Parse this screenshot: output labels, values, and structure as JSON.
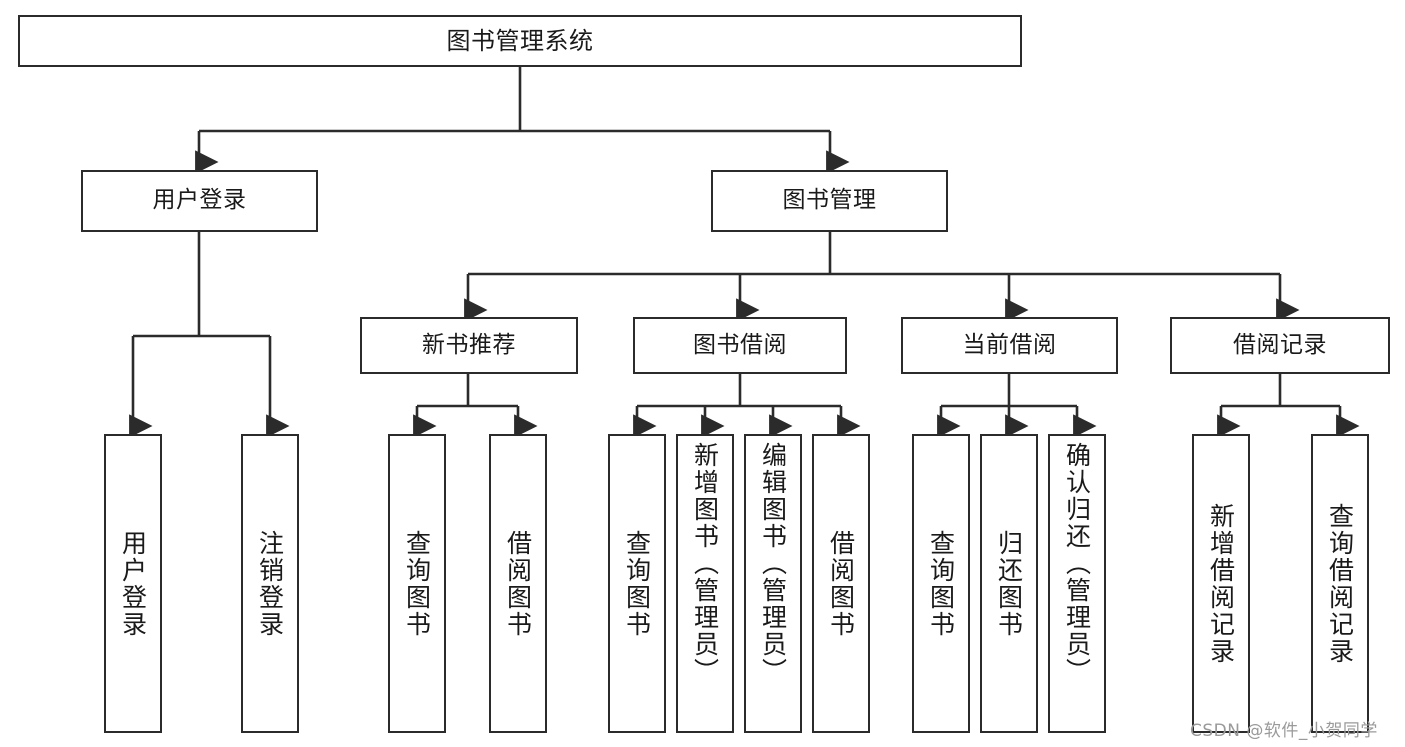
{
  "diagram": {
    "title": "图书管理系统",
    "type": "tree-structure-chart",
    "stroke_color": "#2b2b2b",
    "fill_color": "#ffffff"
  },
  "nodes": {
    "root": {
      "label": "图书管理系统"
    },
    "level2": [
      {
        "id": "user-login",
        "label": "用户登录"
      },
      {
        "id": "book-manage",
        "label": "图书管理"
      }
    ],
    "level3": [
      {
        "id": "new-book-recommend",
        "label": "新书推荐"
      },
      {
        "id": "book-borrow",
        "label": "图书借阅"
      },
      {
        "id": "current-borrow",
        "label": "当前借阅"
      },
      {
        "id": "borrow-record",
        "label": "借阅记录"
      }
    ],
    "leaves": {
      "user_login": [
        {
          "id": "leaf-user-login",
          "label": "用户登录"
        },
        {
          "id": "leaf-logout-login",
          "label": "注销登录"
        }
      ],
      "new_book_recommend": [
        {
          "id": "leaf-query-book-1",
          "label": "查询图书"
        },
        {
          "id": "leaf-borrow-book-1",
          "label": "借阅图书"
        }
      ],
      "book_borrow": [
        {
          "id": "leaf-query-book-2",
          "label": "查询图书"
        },
        {
          "id": "leaf-add-book",
          "label": "新增图书（管理员）"
        },
        {
          "id": "leaf-edit-book",
          "label": "编辑图书（管理员）"
        },
        {
          "id": "leaf-borrow-book-2",
          "label": "借阅图书"
        }
      ],
      "current_borrow": [
        {
          "id": "leaf-query-book-3",
          "label": "查询图书"
        },
        {
          "id": "leaf-return-book",
          "label": "归还图书"
        },
        {
          "id": "leaf-confirm-return",
          "label": "确认归还（管理员）"
        }
      ],
      "borrow_record": [
        {
          "id": "leaf-add-record",
          "label": "新增借阅记录"
        },
        {
          "id": "leaf-query-record",
          "label": "查询借阅记录"
        }
      ]
    }
  },
  "watermark": {
    "text": "CSDN @软件_小贺同学"
  }
}
